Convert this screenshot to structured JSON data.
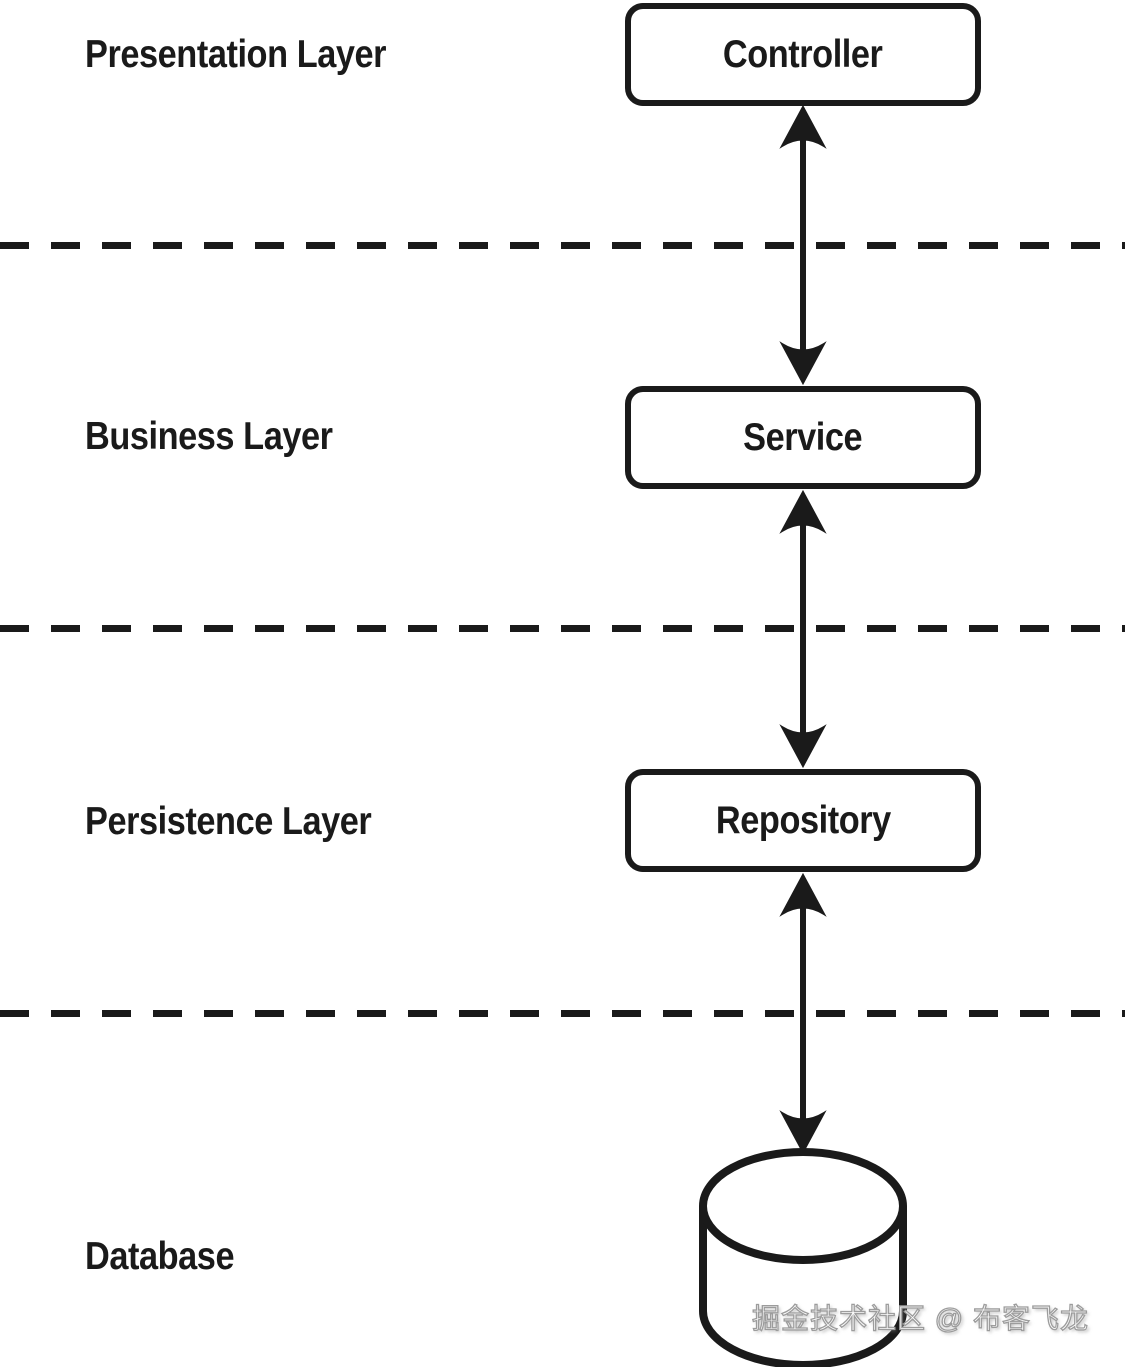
{
  "diagram": {
    "type": "layered-architecture",
    "layers": [
      {
        "name": "Presentation Layer",
        "node": "Controller"
      },
      {
        "name": "Business Layer",
        "node": "Service"
      },
      {
        "name": "Persistence Layer",
        "node": "Repository"
      },
      {
        "name": "Database",
        "node": ""
      }
    ],
    "connections": [
      {
        "from": "Controller",
        "to": "Service",
        "style": "double-headed-arrow"
      },
      {
        "from": "Service",
        "to": "Repository",
        "style": "double-headed-arrow"
      },
      {
        "from": "Repository",
        "to": "Database",
        "style": "double-headed-arrow"
      }
    ],
    "separator_style": "dashed",
    "database_icon": "cylinder"
  },
  "watermark": {
    "text": "掘金技术社区 @ 布客飞龙"
  },
  "colors": {
    "ink": "#1a1a1a",
    "background": "#ffffff",
    "watermark_fill": "#ffffff",
    "watermark_outline": "#9c9c9c"
  }
}
